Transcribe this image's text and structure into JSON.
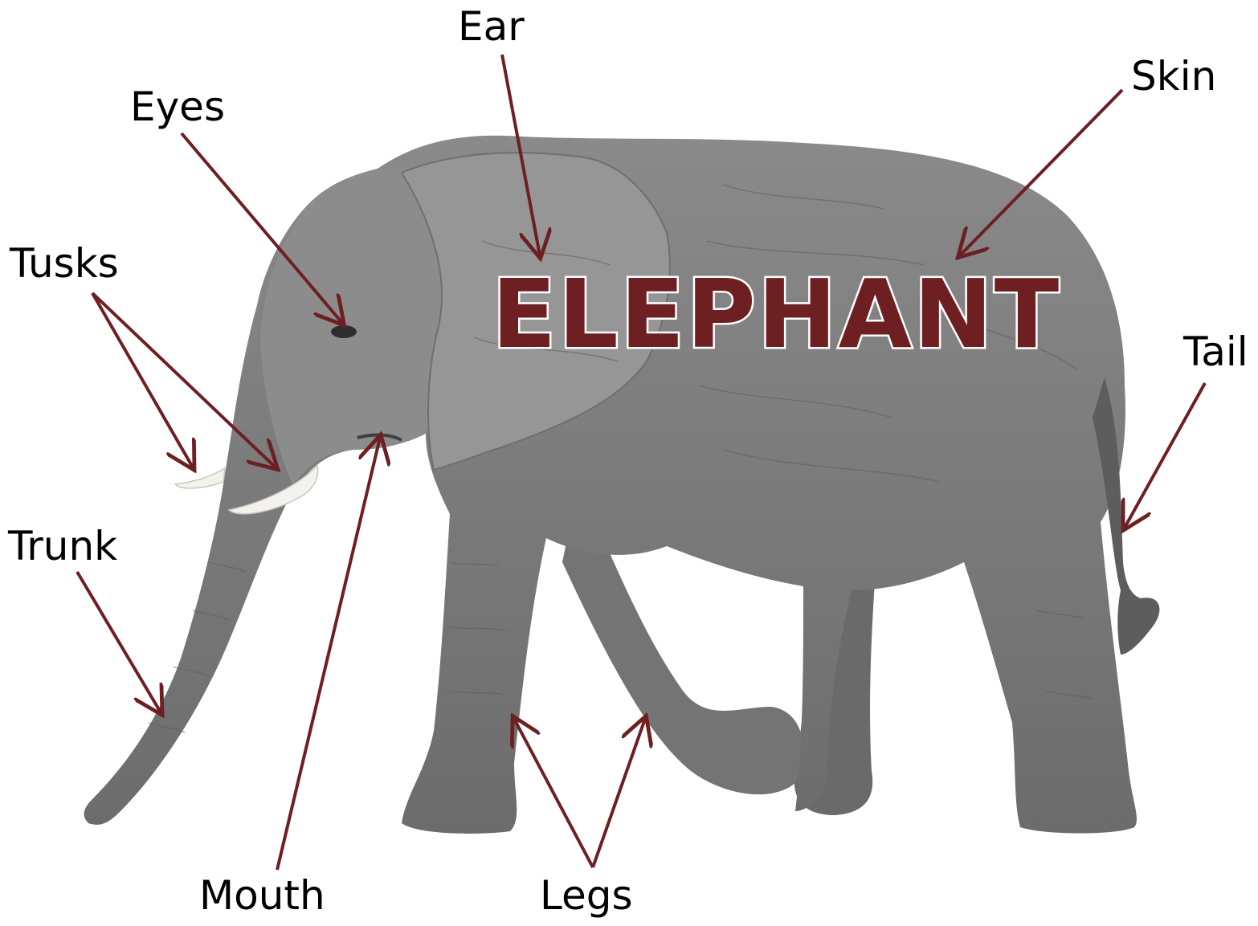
{
  "title": "ELEPHANT",
  "labels": {
    "ear": "Ear",
    "skin": "Skin",
    "eyes": "Eyes",
    "tusks": "Tusks",
    "tail": "Tail",
    "trunk": "Trunk",
    "mouth": "Mouth",
    "legs": "Legs"
  },
  "colors": {
    "arrow": "#6e1f22",
    "title_fill": "#6e1f22",
    "body": "#7d7d7d",
    "ear": "#939393",
    "tusk": "#f4f2ec"
  }
}
